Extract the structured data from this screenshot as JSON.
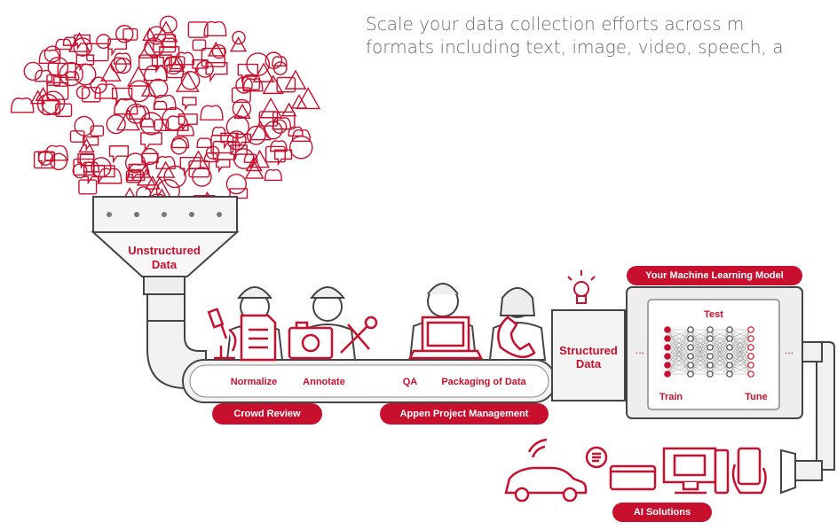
{
  "headline": {
    "line1": "Scale your data collection efforts across m",
    "line2": "formats including text, image, video, speech, a"
  },
  "funnel": {
    "label_line1": "Unstructured",
    "label_line2": "Data"
  },
  "steps": [
    "Normalize",
    "Annotate",
    "QA",
    "Packaging of Data"
  ],
  "badges": {
    "crowd_review": "Crowd Review",
    "project_management": "Appen Project Management",
    "ml_model": "Your Machine Learning Model",
    "ai_solutions": "AI Solutions"
  },
  "structured": {
    "line1": "Structured",
    "line2": "Data"
  },
  "model": {
    "test": "Test",
    "train": "Train",
    "tune": "Tune",
    "ellipsis": "..."
  },
  "icons": [
    "cloud-icon",
    "chat-bubble-icon",
    "globe-icon",
    "camera-icon",
    "play-icon",
    "document-icon",
    "phone-icon",
    "lightbulb-icon",
    "car-icon",
    "laptop-icon",
    "music-note-icon",
    "pin-icon",
    "gear-icon",
    "cart-icon",
    "heart-icon"
  ],
  "colors": {
    "accent": "#c8102e",
    "gray": "#6b6b6b",
    "machine": "#efefef"
  }
}
